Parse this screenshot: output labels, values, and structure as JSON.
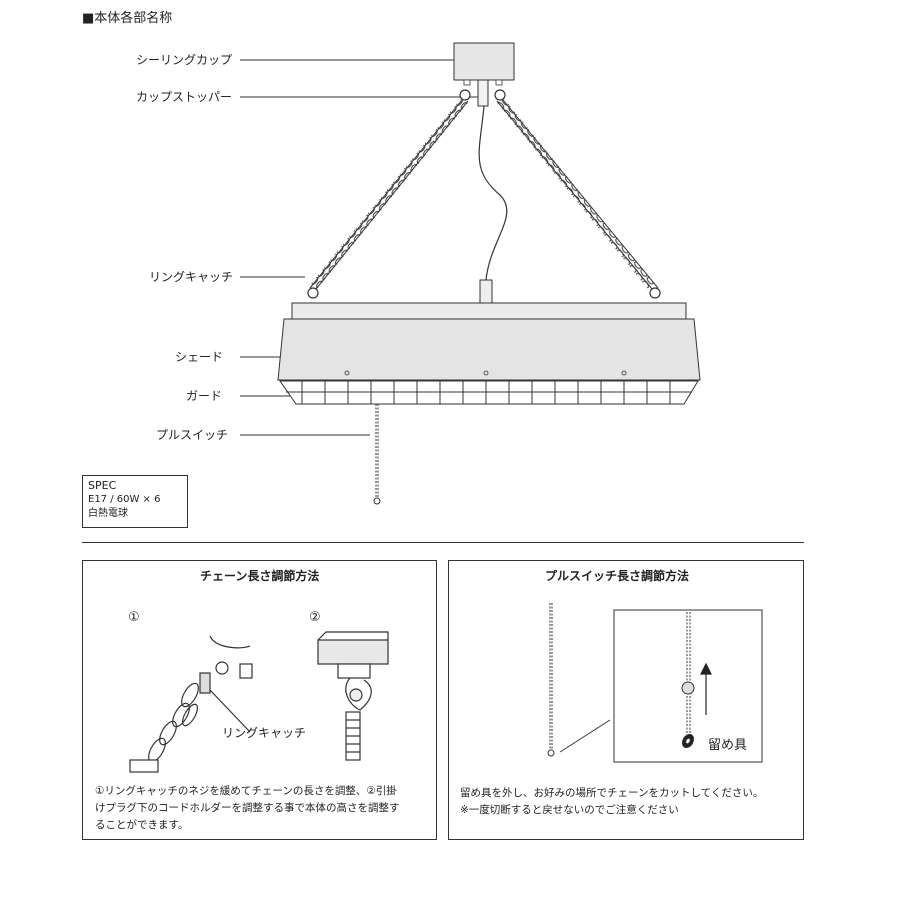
{
  "section_title": "■本体各部名称",
  "parts": {
    "ceiling_cup": "シーリングカップ",
    "cup_stopper": "カップストッパー",
    "ring_catch": "リングキャッチ",
    "shade": "シェード",
    "guard": "ガード",
    "pull_switch": "プルスイッチ"
  },
  "spec": {
    "title": "SPEC",
    "bulb": "E17 / 60W × 6",
    "type": "白熱電球"
  },
  "chain_panel": {
    "title": "チェーン長さ調節方法",
    "step1": "①",
    "step2": "②",
    "callout": "リングキャッチ",
    "note_line1": "①リングキャッチのネジを緩めてチェーンの長さを調整、②引掛",
    "note_line2": "けプラグ下のコードホルダーを調整する事で本体の高さを調整す",
    "note_line3": "ることができます。"
  },
  "pull_panel": {
    "title": "プルスイッチ長さ調節方法",
    "callout": "留め具",
    "note_line1": "留め具を外し、お好みの場所でチェーンをカットしてください。",
    "note_line2": "※一度切断すると戻せないのでご注意ください"
  }
}
